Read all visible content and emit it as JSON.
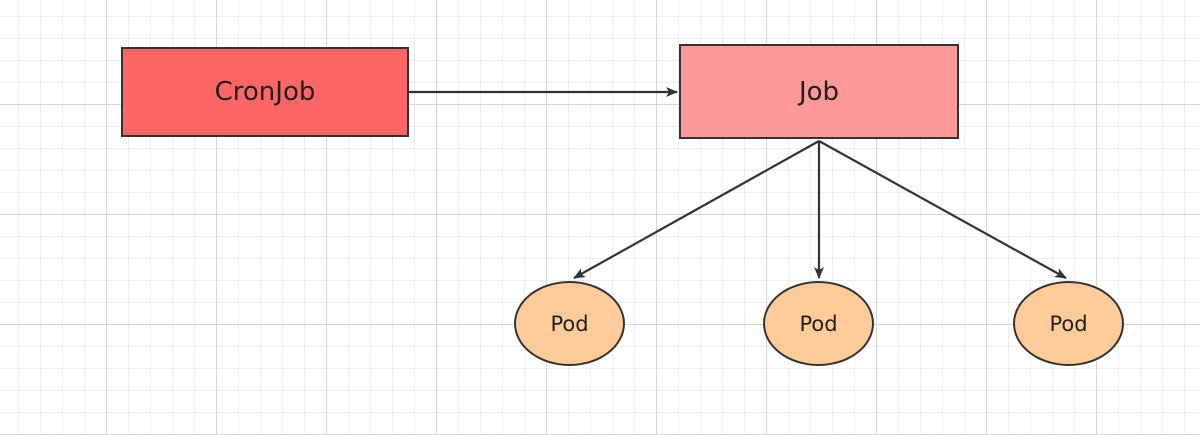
{
  "nodes": {
    "cronjob": {
      "label": "CronJob",
      "fill": "#ff6666"
    },
    "job": {
      "label": "Job",
      "fill": "#ff9999"
    },
    "pods": [
      {
        "label": "Pod",
        "fill": "#ffcc99"
      },
      {
        "label": "Pod",
        "fill": "#ffcc99"
      },
      {
        "label": "Pod",
        "fill": "#ffcc99"
      }
    ]
  },
  "edges": [
    {
      "from": "cronjob",
      "to": "job"
    },
    {
      "from": "job",
      "to": "pod-1"
    },
    {
      "from": "job",
      "to": "pod-2"
    },
    {
      "from": "job",
      "to": "pod-3"
    }
  ],
  "colors": {
    "stroke": "#333333",
    "grid": "#d6d6d6"
  }
}
